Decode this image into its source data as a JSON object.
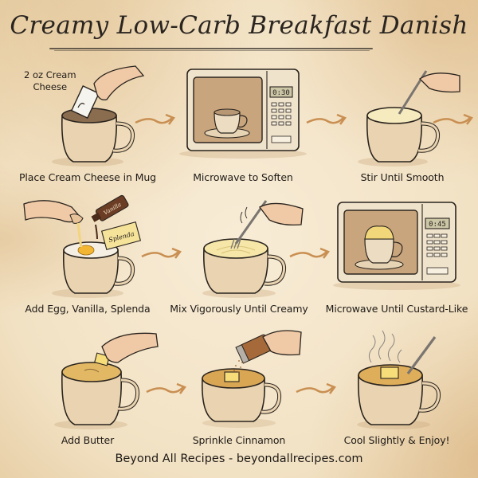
{
  "title": "Creamy Low-Carb Breakfast Danish",
  "annotation": {
    "line1": "2 oz Cream",
    "line2": "Cheese"
  },
  "steps": [
    {
      "label": "Place Cream Cheese in Mug",
      "icon": "mug-cream-cheese-icon"
    },
    {
      "label": "Microwave to Soften",
      "icon": "microwave-icon",
      "display": "0:30"
    },
    {
      "label": "Stir Until Smooth",
      "icon": "mug-spoon-stir-icon"
    },
    {
      "label": "Add Egg, Vanilla, Splenda",
      "icon": "mug-egg-icon",
      "bottle_label": "Vanilla",
      "packet_label": "Splenda"
    },
    {
      "label": "Mix Vigorously Until Creamy",
      "icon": "mug-fork-mix-icon"
    },
    {
      "label": "Microwave Until Custard-Like",
      "icon": "microwave-custard-icon",
      "display": "0:45"
    },
    {
      "label": "Add Butter",
      "icon": "mug-butter-icon"
    },
    {
      "label": "Sprinkle Cinnamon",
      "icon": "cinnamon-shaker-icon"
    },
    {
      "label": "Cool Slightly & Enjoy!",
      "icon": "steaming-mug-icon"
    }
  ],
  "footer": "Beyond All Recipes - beyondallrecipes.com",
  "colors": {
    "paper": "#f4e6cc",
    "ink": "#1e1a16",
    "arrow": "#c98f52",
    "mug": "#e9d3b0",
    "cream": "#f6ebbf",
    "custard": "#e6b964"
  }
}
